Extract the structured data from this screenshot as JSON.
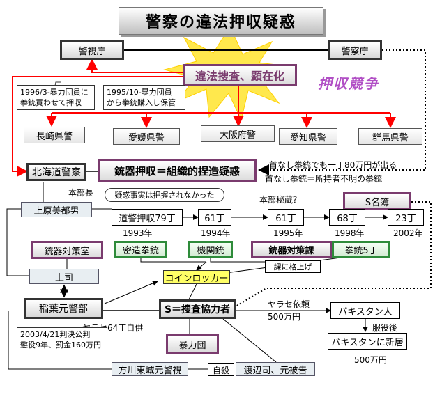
{
  "title": "警察の違法押収疑惑",
  "keishicho": "警視庁",
  "keisatsucho": "警察庁",
  "burst": "違法捜査、顕在化",
  "oshu_kyoso": "押収競争",
  "callout_1996": [
    "1996/3-暴力団員に",
    "拳銃買わせて押収"
  ],
  "callout_1995": [
    "1995/10-暴力団員",
    "から拳銃購入し保管"
  ],
  "prefectures": [
    "長崎県警",
    "愛媛県警",
    "大阪府警",
    "愛知県警",
    "群馬県警"
  ],
  "hokkaido": "北海道警察",
  "juki_oshu": "銃器押収＝組織的捏造疑惑",
  "price_note": "首なし拳銃でも一丁80万円が出る",
  "owner_note": "首なし拳銃＝所持者不明の拳銃",
  "honbucho": "本部長",
  "giwaku": "疑惑事実は把握されなかった",
  "uehara": "上原美都男",
  "honbu_hizo": "本部秘蔵？",
  "s_meibo": "S名簿",
  "timeline": [
    {
      "count": "道警押収79丁",
      "year": "1993年"
    },
    {
      "count": "61丁",
      "year": "1994年"
    },
    {
      "count": "61丁",
      "year": "1995年"
    },
    {
      "count": "68丁",
      "year": "1998年"
    },
    {
      "count": "23丁",
      "year": "2002年"
    }
  ],
  "juki_taisaku": "銃器対策室",
  "mitsuzo": "密造拳銃",
  "kikanju": "機関銃",
  "taisakuka": "銃器対策課",
  "kakage": "課に格上げ",
  "kenju5": "拳銃5丁",
  "joshi": "上司",
  "coin_locker": "コインロッカー",
  "inaba": "稲葉元警部",
  "s_kyoryoku": "S＝捜査協力者",
  "yarase_irai": "ヤラセ依頼",
  "man500_a": "500万円",
  "pakistani": "パキスタン人",
  "fukuekigo": "服役後",
  "shinkyo": "パキスタンに新居",
  "man500_b": "500万円",
  "yarase64": "ヤラセ64丁自供",
  "hanketsu": [
    "2003/4/21判決公判",
    "懲役9年、罰金160万円"
  ],
  "boryokudan": "暴力団",
  "hojo": "方川東城元警視",
  "jisatsu": "自殺",
  "watanabe": "渡辺司、元被告",
  "colors": {
    "red": "#ff0000",
    "purple": "#7a3b6e",
    "green": "#2e8b3a",
    "yellow": "#ffff66",
    "burst": "#ffe84d"
  }
}
